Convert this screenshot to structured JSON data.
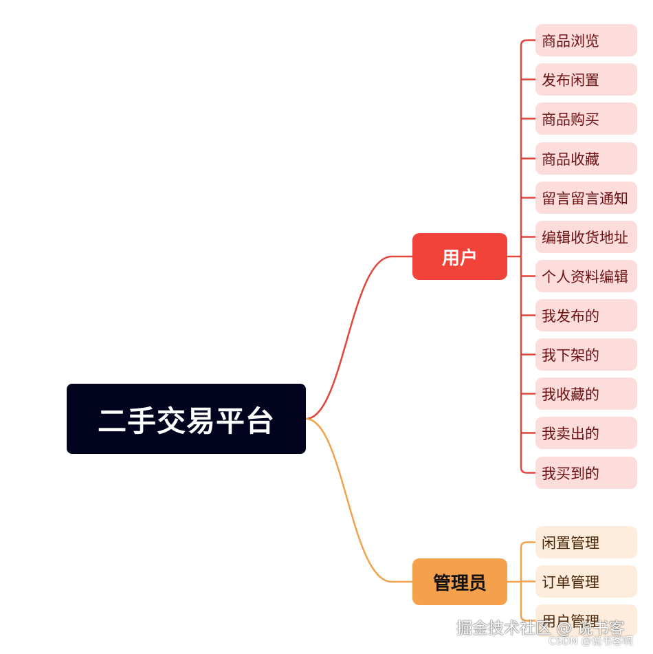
{
  "colors": {
    "root_bg": "#02031f",
    "user_branch": "#f2433b",
    "admin_branch": "#f5a04b",
    "user_line": "#e3443b",
    "admin_line": "#f0a24e",
    "user_leaf_bg": "#fddcdc",
    "admin_leaf_bg": "#feeddc"
  },
  "root": {
    "label": "二手交易平台"
  },
  "branches": [
    {
      "label": "用户",
      "children": [
        "商品浏览",
        "发布闲置",
        "商品购买",
        "商品收藏",
        "留言留言通知",
        "编辑收货地址",
        "个人资料编辑",
        "我发布的",
        "我下架的",
        "我收藏的",
        "我卖出的",
        "我买到的"
      ]
    },
    {
      "label": "管理员",
      "children": [
        "闲置管理",
        "订单管理",
        "用户管理"
      ]
    }
  ],
  "watermark": {
    "main": "掘金技术社区 @ 说书客",
    "sub": "CSDN @说书客啊"
  }
}
